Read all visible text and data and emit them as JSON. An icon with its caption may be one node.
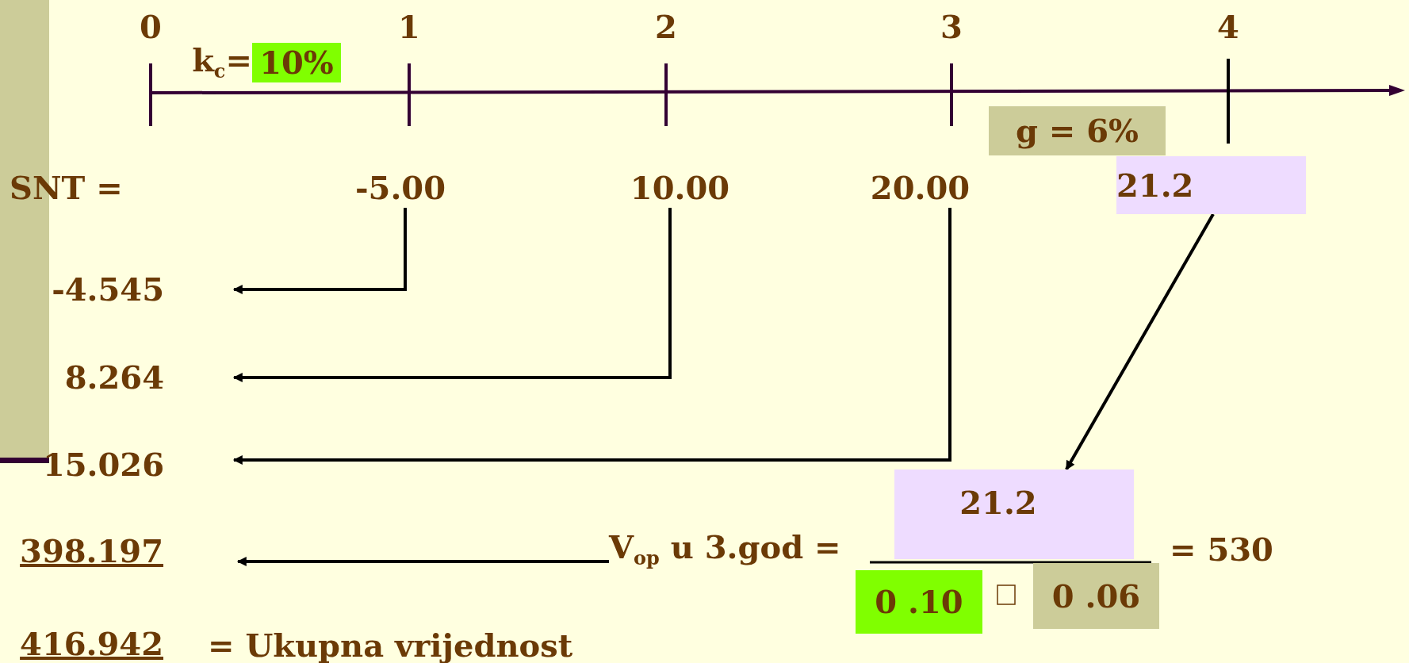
{
  "diagram": {
    "nodes": [
      {
        "text": [
          "-5.00"
        ]
      },
      {
        "text": [
          "10.00"
        ]
      },
      {
        "text": [
          "20.00"
        ]
      },
      {
        "text": [
          "21.2"
        ]
      },
      {
        "text": [
          "-4.545"
        ]
      },
      {
        "text": [
          "8.264"
        ]
      },
      {
        "text": [
          "15.026"
        ]
      },
      {
        "text": [
          "398.197"
        ]
      },
      {
        "text": [
          "V$_{op}$ u 3.god ="
        ]
      },
      {
        "text": [
          "21.2"
        ]
      }
    ],
    "edges": [
      {
        "from": 0,
        "to": 4,
        "arrow": "to"
      },
      {
        "from": 1,
        "to": 5,
        "arrow": "to"
      },
      {
        "from": 2,
        "to": 6,
        "arrow": "to"
      },
      {
        "from": 3,
        "to": 9,
        "arrow": "to"
      },
      {
        "from": 8,
        "to": 7,
        "arrow": "to"
      }
    ],
    "labels": [
      "0",
      "1",
      "2",
      "3",
      "4",
      "k$_{c}$=",
      "10%",
      "g = 6%",
      "SNT =",
      "0 .10",
      "0 .06",
      "= 530",
      "416.942",
      "= Ukupna vrijednost"
    ]
  }
}
